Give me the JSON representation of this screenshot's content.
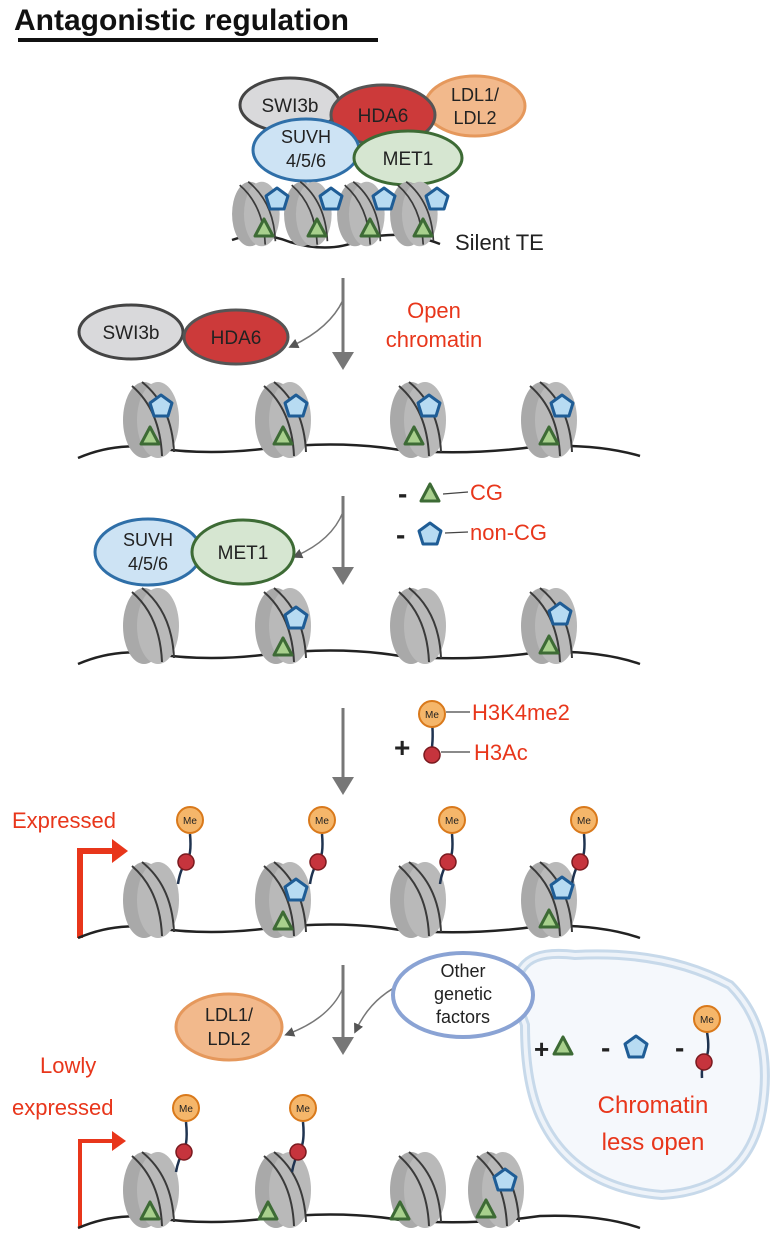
{
  "title": "Antagonistic regulation",
  "colors": {
    "red_text": "#e8361b",
    "swi3b_fill": "#d9d9db",
    "hda6_fill": "#cc3a3a",
    "ldl_fill": "#f2b98c",
    "suvh_fill": "#cde3f4",
    "suvh_stroke": "#2f6fa8",
    "met1_fill": "#d6e6d1",
    "met1_stroke": "#3d6b35",
    "nucleosome": "#a9a9a9",
    "methyl_tag": "#f5b66a",
    "acetyl": "#c6343d"
  },
  "proteins": {
    "swi3b": "SWI3b",
    "hda6": "HDA6",
    "ldl_line1": "LDL1/",
    "ldl_line2": "LDL2",
    "suvh_line1": "SUVH",
    "suvh_line2": "4/5/6",
    "met1": "MET1"
  },
  "labels": {
    "silent_te": "Silent TE",
    "open_line1": "Open",
    "open_line2": "chromatin",
    "cg": "CG",
    "non_cg": "non-CG",
    "minus": "-",
    "plus": "+",
    "h3k4me2": "H3K4me2",
    "h3ac": "H3Ac",
    "me": "Me",
    "expressed": "Expressed",
    "lowly_line1": "Lowly",
    "lowly_line2": "expressed",
    "other_line1": "Other",
    "other_line2": "genetic",
    "other_line3": "factors",
    "chrom_less_line1": "Chromatin",
    "chrom_less_line2": "less open"
  },
  "icons": [
    "nucleosome-icon",
    "triangle-cg-methylation-icon",
    "pentagon-non-cg-methylation-icon",
    "h3k4me2-tag-icon",
    "h3ac-dot-icon",
    "transcription-arrow-icon",
    "down-arrow-icon"
  ]
}
